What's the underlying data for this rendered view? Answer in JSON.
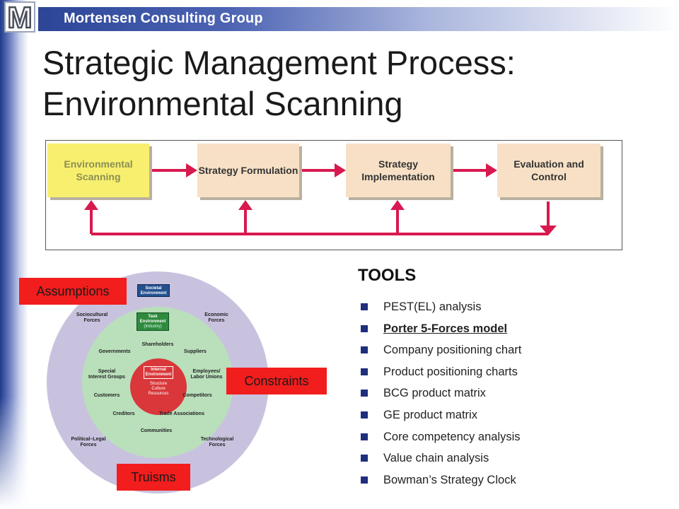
{
  "header": {
    "company_name": "Mortensen Consulting Group",
    "logo_letter": "M",
    "bar_color": "#2c4597"
  },
  "slide": {
    "title": "Strategic Management Process: Environmental Scanning"
  },
  "process": {
    "steps": [
      {
        "label": "Environmental Scanning",
        "highlighted": true
      },
      {
        "label": "Strategy Formulation",
        "highlighted": false
      },
      {
        "label": "Strategy Implementation",
        "highlighted": false
      },
      {
        "label": "Evaluation and Control",
        "highlighted": false
      }
    ],
    "arrow_color": "#d8194f",
    "highlight_color": "#f8ef6e",
    "box_color": "#f7e0c5"
  },
  "environment": {
    "societal": "Societal\nEnvironment",
    "task": "Task\nEnvironment",
    "task_sub": "(Industry)",
    "internal": "Internal\nEnvironment",
    "internal_sub": "Structure\nCulture\nResources",
    "outer_forces": [
      "Sociocultural\nForces",
      "Economic\nForces",
      "Political–Legal\nForces",
      "Technological\nForces"
    ],
    "task_actors": [
      "Shareholders",
      "Governments",
      "Suppliers",
      "Special\nInterest Groups",
      "Employees/\nLabor Unions",
      "Customers",
      "Competitors",
      "Creditors",
      "Trade Associations",
      "Communities"
    ]
  },
  "callouts": {
    "assumptions": "Assumptions",
    "constraints": "Constraints",
    "truisms": "Truisms",
    "color": "#f21d1d"
  },
  "tools": {
    "heading": "TOOLS",
    "items": [
      {
        "text": "PEST(EL) analysis",
        "emphasized": false
      },
      {
        "text": "Porter 5-Forces model",
        "emphasized": true
      },
      {
        "text": "Company positioning chart",
        "emphasized": false
      },
      {
        "text": "Product positioning charts",
        "emphasized": false
      },
      {
        "text": "BCG product matrix",
        "emphasized": false
      },
      {
        "text": "GE product matrix",
        "emphasized": false
      },
      {
        "text": "Core competency analysis",
        "emphasized": false
      },
      {
        "text": "Value chain analysis",
        "emphasized": false
      },
      {
        "text": "Bowman’s Strategy Clock",
        "emphasized": false
      }
    ],
    "bullet_color": "#1f2f7c"
  }
}
